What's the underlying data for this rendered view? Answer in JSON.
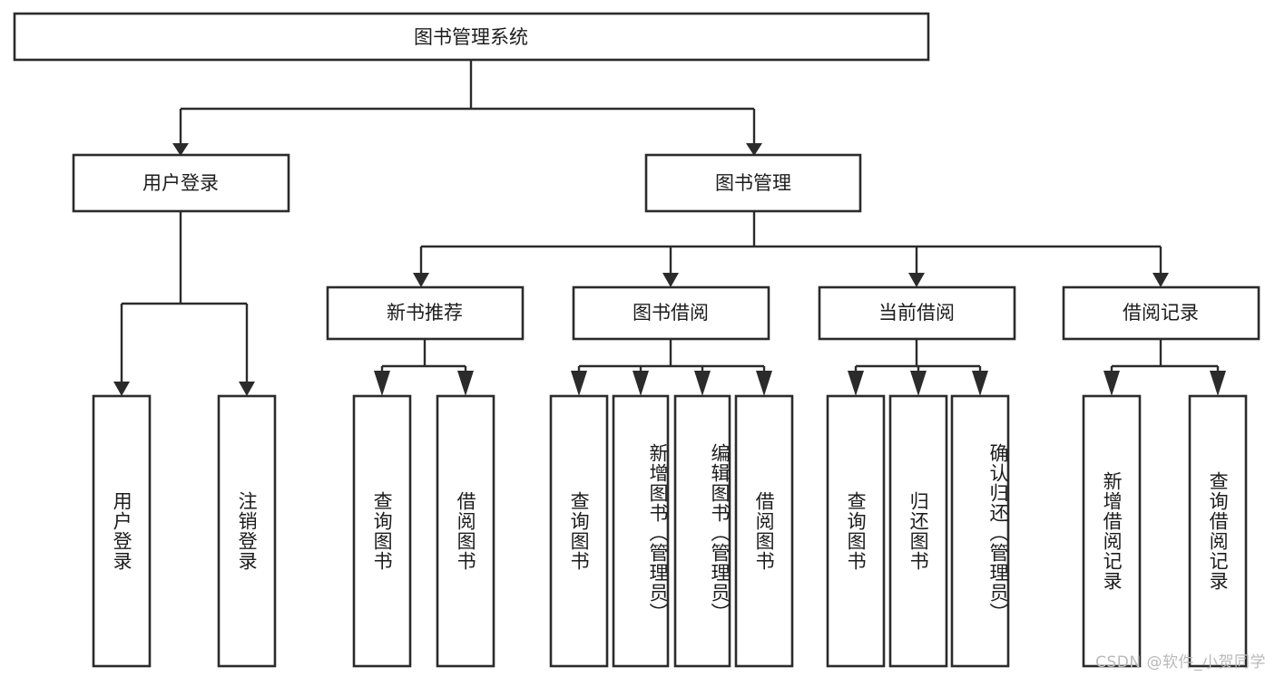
{
  "diagram": {
    "title": "图书管理系统",
    "type": "tree",
    "watermark": "CSDN @软件_小贺同学",
    "colors": {
      "stroke": "#2b2b2b",
      "fill": "#ffffff",
      "text": "#1c1c1c",
      "watermark": "#b9b9b9"
    },
    "levels": {
      "root": {
        "label": "图书管理系统",
        "orientation": "horizontal"
      },
      "level2": [
        {
          "label": "用户登录",
          "orientation": "horizontal"
        },
        {
          "label": "图书管理",
          "orientation": "horizontal"
        }
      ],
      "level3": [
        {
          "label": "新书推荐",
          "orientation": "horizontal",
          "parent": "图书管理"
        },
        {
          "label": "图书借阅",
          "orientation": "horizontal",
          "parent": "图书管理"
        },
        {
          "label": "当前借阅",
          "orientation": "horizontal",
          "parent": "图书管理"
        },
        {
          "label": "借阅记录",
          "orientation": "horizontal",
          "parent": "图书管理"
        }
      ],
      "leaves": [
        {
          "label": "用户登录",
          "orientation": "vertical",
          "parent": "用户登录",
          "align": "mid"
        },
        {
          "label": "注销登录",
          "orientation": "vertical",
          "parent": "用户登录",
          "align": "mid"
        },
        {
          "label": "查询图书",
          "orientation": "vertical",
          "parent": "新书推荐",
          "align": "mid"
        },
        {
          "label": "借阅图书",
          "orientation": "vertical",
          "parent": "新书推荐",
          "align": "mid"
        },
        {
          "label": "查询图书",
          "orientation": "vertical",
          "parent": "图书借阅",
          "align": "mid"
        },
        {
          "label": "新增图书（管理员）",
          "orientation": "vertical",
          "parent": "图书借阅",
          "align": "top"
        },
        {
          "label": "编辑图书（管理员）",
          "orientation": "vertical",
          "parent": "图书借阅",
          "align": "top"
        },
        {
          "label": "借阅图书",
          "orientation": "vertical",
          "parent": "图书借阅",
          "align": "mid"
        },
        {
          "label": "查询图书",
          "orientation": "vertical",
          "parent": "当前借阅",
          "align": "mid"
        },
        {
          "label": "归还图书",
          "orientation": "vertical",
          "parent": "当前借阅",
          "align": "mid"
        },
        {
          "label": "确认归还（管理员）",
          "orientation": "vertical",
          "parent": "当前借阅",
          "align": "top"
        },
        {
          "label": "新增借阅记录",
          "orientation": "vertical",
          "parent": "借阅记录",
          "align": "mid"
        },
        {
          "label": "查询借阅记录",
          "orientation": "vertical",
          "parent": "借阅记录",
          "align": "mid"
        }
      ]
    }
  }
}
